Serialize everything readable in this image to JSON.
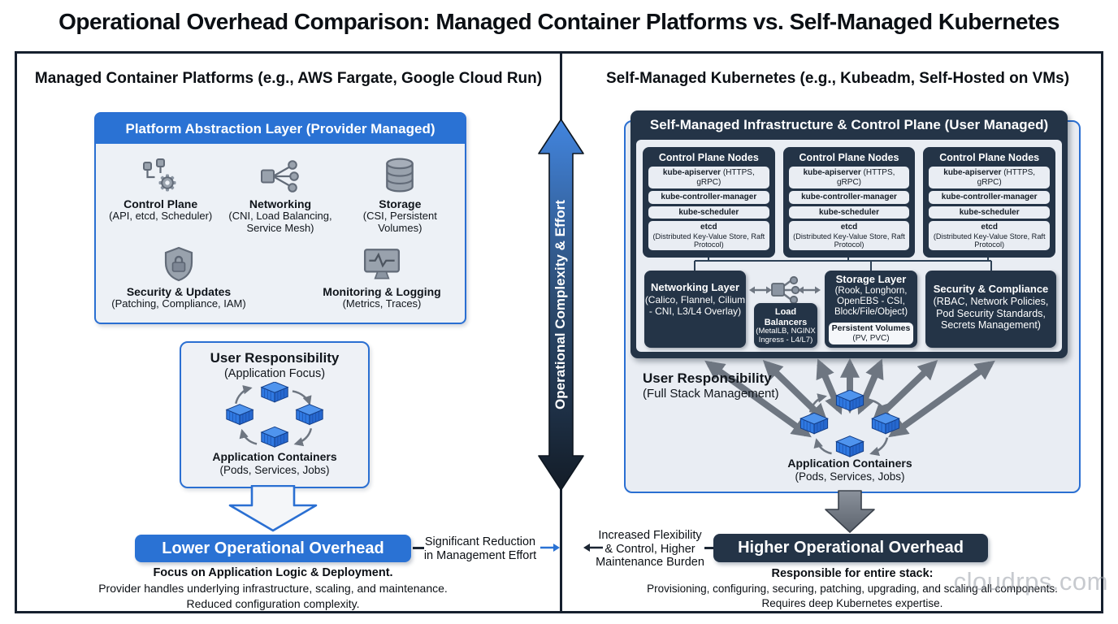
{
  "title": "Operational Overhead Comparison: Managed Container Platforms vs. Self-Managed Kubernetes",
  "center": {
    "arrow_label": "Operational Complexity & Effort",
    "left_note": "Significant Reduction in Management Effort",
    "right_note": "Increased Flexibility & Control, Higher Maintenance Burden"
  },
  "left": {
    "heading": "Managed Container Platforms (e.g., AWS Fargate, Google Cloud Run)",
    "platform_box": {
      "header": "Platform Abstraction Layer (Provider Managed)",
      "services": [
        {
          "icon": "workflow-gear-icon",
          "label": "Control Plane",
          "sub": "(API, etcd, Scheduler)"
        },
        {
          "icon": "network-hub-icon",
          "label": "Networking",
          "sub": "(CNI, Load Balancing, Service Mesh)"
        },
        {
          "icon": "database-icon",
          "label": "Storage",
          "sub": "(CSI, Persistent Volumes)"
        },
        {
          "icon": "shield-lock-icon",
          "label": "Security & Updates",
          "sub": "(Patching, Compliance, IAM)"
        },
        {
          "icon": "monitor-pulse-icon",
          "label": "Monitoring & Logging",
          "sub": "(Metrics, Traces)"
        }
      ]
    },
    "user_box": {
      "title": "User Responsibility",
      "subtitle": "(Application Focus)",
      "footer": "Application Containers",
      "footer_sub": "(Pods, Services, Jobs)"
    },
    "banner": "Lower Operational Overhead",
    "notes": [
      "Focus on Application Logic & Deployment.",
      "Provider handles underlying infrastructure, scaling, and maintenance.",
      "Reduced configuration complexity."
    ]
  },
  "right": {
    "heading": "Self-Managed Kubernetes (e.g., Kubeadm, Self-Hosted on VMs)",
    "infra_box": {
      "header": "Self-Managed Infrastructure & Control Plane (User Managed)",
      "card_count": 3,
      "control_plane_card": {
        "title": "Control Plane Nodes",
        "apiserver_name": "kube-apiserver",
        "apiserver_sub": "(HTTPS, gRPC)",
        "controller": "kube-controller-manager",
        "scheduler": "kube-scheduler",
        "etcd_name": "etcd",
        "etcd_sub": "(Distributed Key-Value Store, Raft Protocol)"
      },
      "networking": {
        "title": "Networking Layer",
        "sub": "(Calico, Flannel, Cilium - CNI, L3/L4 Overlay)"
      },
      "load_balancers": {
        "title": "Load Balancers",
        "sub": "(MetalLB, NGINX Ingress - L4/L7)"
      },
      "storage": {
        "title": "Storage Layer",
        "sub": "(Rook, Longhorn, OpenEBS - CSI, Block/File/Object)",
        "pill_title": "Persistent Volumes",
        "pill_sub": "(PV, PVC)"
      },
      "security": {
        "title": "Security & Compliance",
        "sub": "(RBAC, Network Policies, Pod Security Standards, Secrets Management)"
      }
    },
    "user_label": {
      "title": "User Responsibility",
      "subtitle": "(Full Stack Management)"
    },
    "app_label": {
      "title": "Application Containers",
      "sub": "(Pods, Services, Jobs)"
    },
    "banner": "Higher Operational Overhead",
    "notes": [
      "Responsible for entire stack:",
      "Provisioning, configuring, securing, patching, upgrading, and scaling all components.",
      "Requires deep Kubernetes expertise."
    ]
  },
  "watermark": "cloudrps.com",
  "colors": {
    "accent_blue": "#2a72d4",
    "dark_navy": "#243447",
    "frame": "#16202e",
    "panel_light": "#e9edf3",
    "icon_gray": "#99a2ad",
    "arrow_gray": "#6e7681",
    "container_blue": "#2f79e2"
  }
}
